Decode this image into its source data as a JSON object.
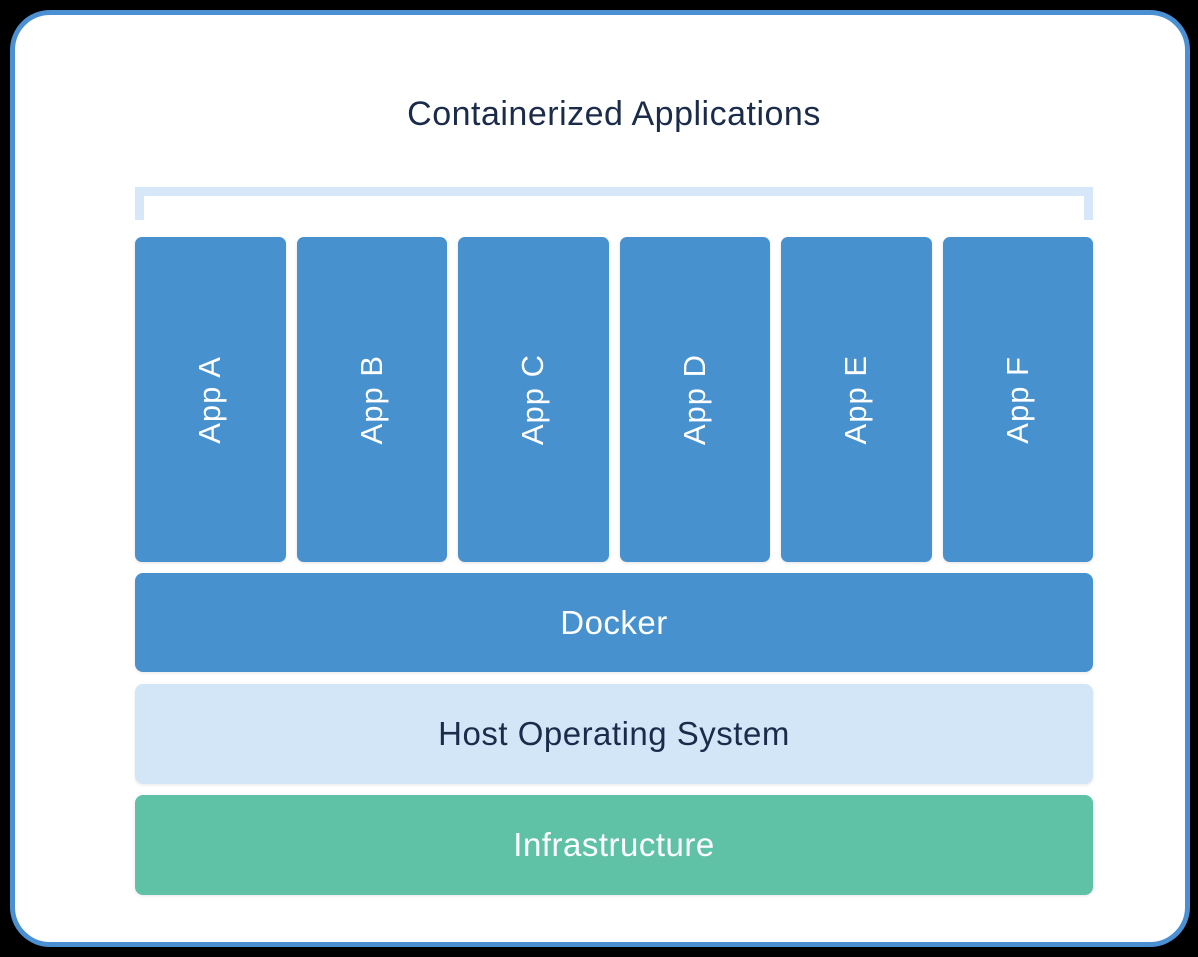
{
  "colors": {
    "page_background": "#000000",
    "card_background": "#ffffff",
    "card_border": "#4a90d2",
    "bracket": "#d5e7f8",
    "app_box_bg": "#4791cf",
    "app_text": "#ffffff",
    "docker_bg": "#4791cf",
    "docker_text": "#ffffff",
    "host_os_bg": "#d3e6f8",
    "host_os_text": "#1b2b4a",
    "infrastructure_bg": "#5fc2a7",
    "infrastructure_text": "#ffffff",
    "title_text": "#1b2b4a"
  },
  "diagram": {
    "title": "Containerized Applications",
    "apps": [
      {
        "label": "App A"
      },
      {
        "label": "App B"
      },
      {
        "label": "App C"
      },
      {
        "label": "App D"
      },
      {
        "label": "App E"
      },
      {
        "label": "App F"
      }
    ],
    "layers": [
      {
        "label": "Docker"
      },
      {
        "label": "Host Operating System"
      },
      {
        "label": "Infrastructure"
      }
    ]
  }
}
